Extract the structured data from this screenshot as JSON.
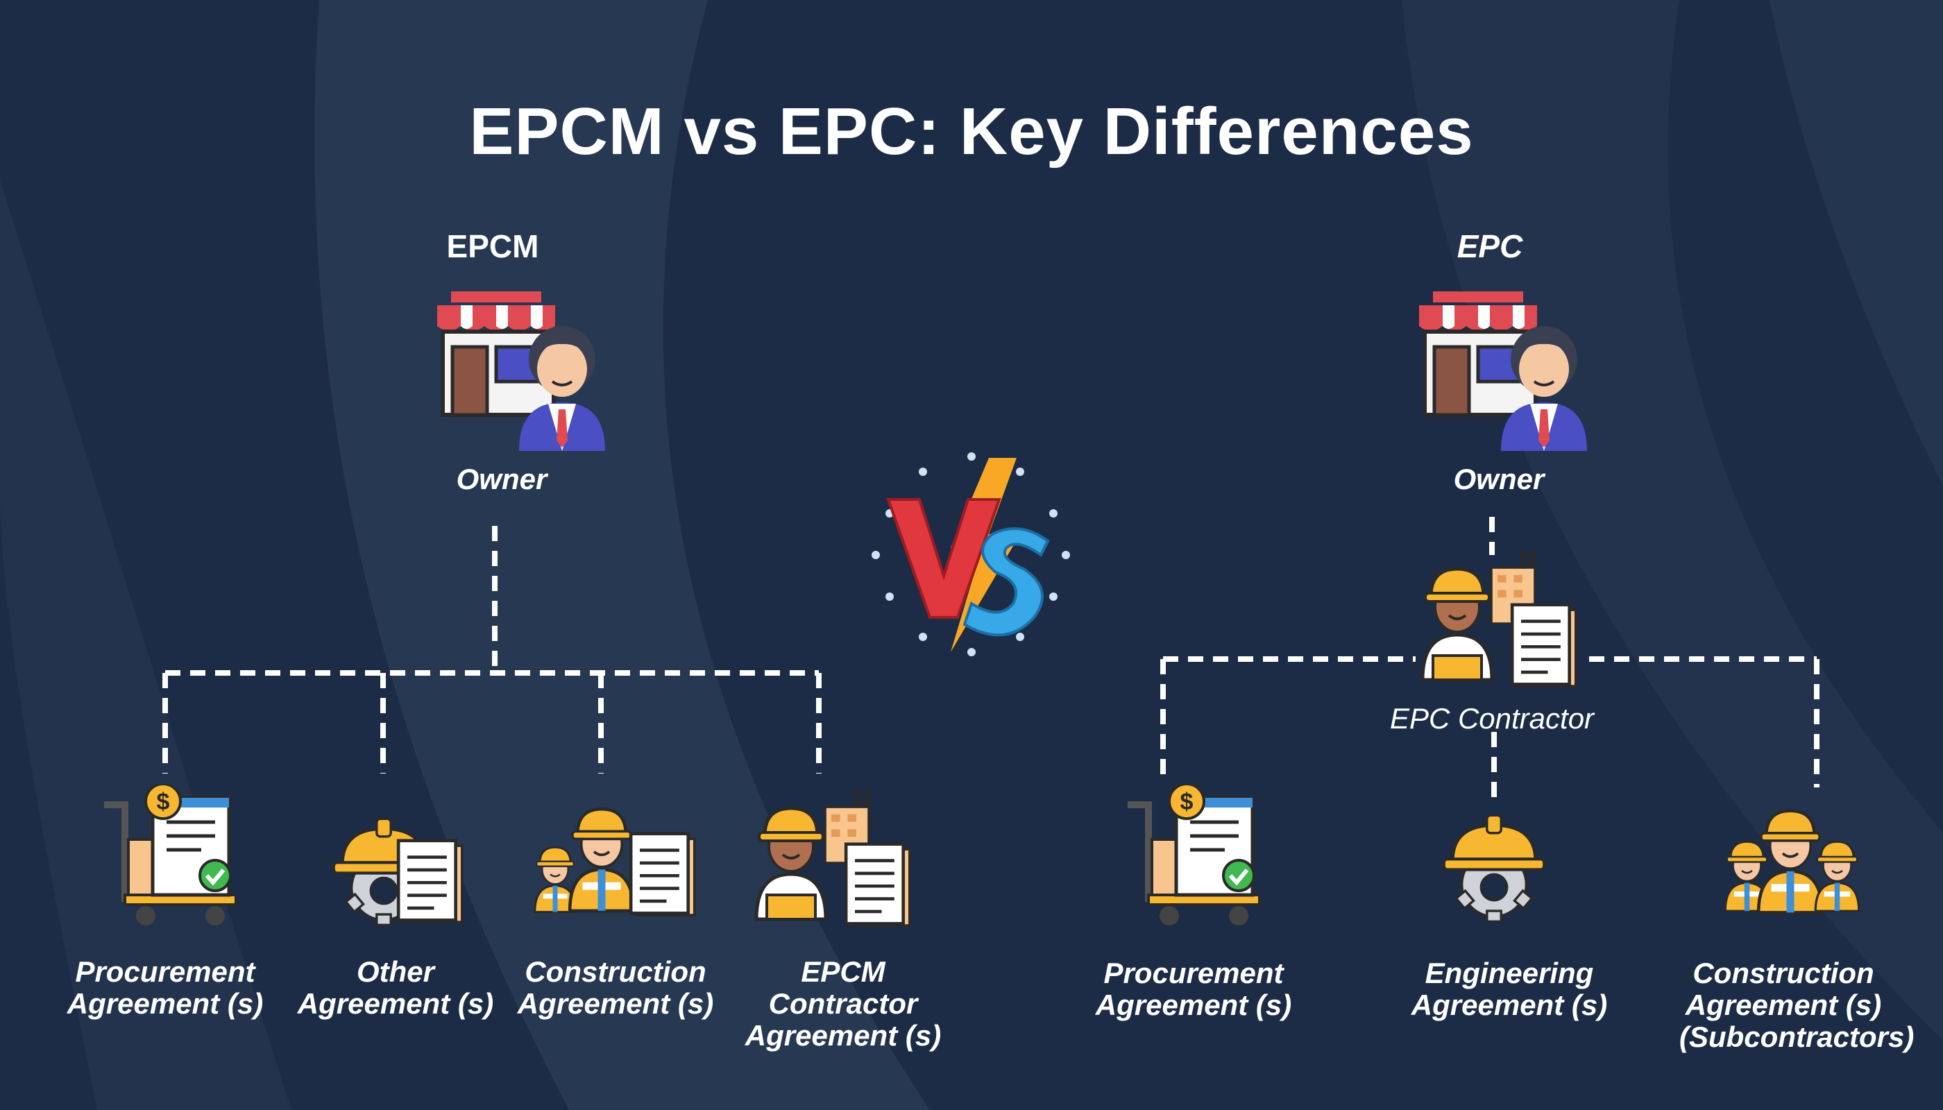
{
  "title": "EPCM vs EPC: Key Differences",
  "colors": {
    "background": "#1c2c46",
    "stripe": "#2a3c57",
    "line": "#ffffff",
    "helmet": "#f7b731",
    "vs_v": "#e0383e",
    "vs_s": "#38a9e8",
    "bolt": "#f9a825"
  },
  "epcm": {
    "heading": "EPCM",
    "owner": {
      "label": "Owner",
      "icon": "owner-shop-icon"
    },
    "children": [
      {
        "label_line1": "Procurement",
        "label_line2": "Agreement (s)",
        "label_line3": "",
        "icon": "procurement-cart-icon"
      },
      {
        "label_line1": "Other",
        "label_line2": "Agreement (s)",
        "label_line3": "",
        "icon": "helmet-gear-document-icon"
      },
      {
        "label_line1": "Construction",
        "label_line2": "Agreement (s)",
        "label_line3": "",
        "icon": "construction-workers-document-icon"
      },
      {
        "label_line1": "EPCM",
        "label_line2": "Contractor",
        "label_line3": "Agreement (s)",
        "icon": "contractor-document-icon"
      }
    ]
  },
  "vs": {
    "icon": "vs-lightning-icon"
  },
  "epc": {
    "heading": "EPC",
    "owner": {
      "label": "Owner",
      "icon": "owner-shop-icon"
    },
    "contractor": {
      "label": "EPC Contractor",
      "icon": "epc-contractor-icon"
    },
    "children": [
      {
        "label_line1": "Procurement",
        "label_line2": "Agreement (s)",
        "label_line3": "",
        "icon": "procurement-cart-icon"
      },
      {
        "label_line1": "Engineering",
        "label_line2": "Agreement (s)",
        "label_line3": "",
        "icon": "helmet-gear-icon"
      },
      {
        "label_line1": "Construction",
        "label_line2": "Agreement (s)",
        "label_line3": "(Subcontractors)",
        "icon": "construction-team-icon"
      }
    ]
  }
}
